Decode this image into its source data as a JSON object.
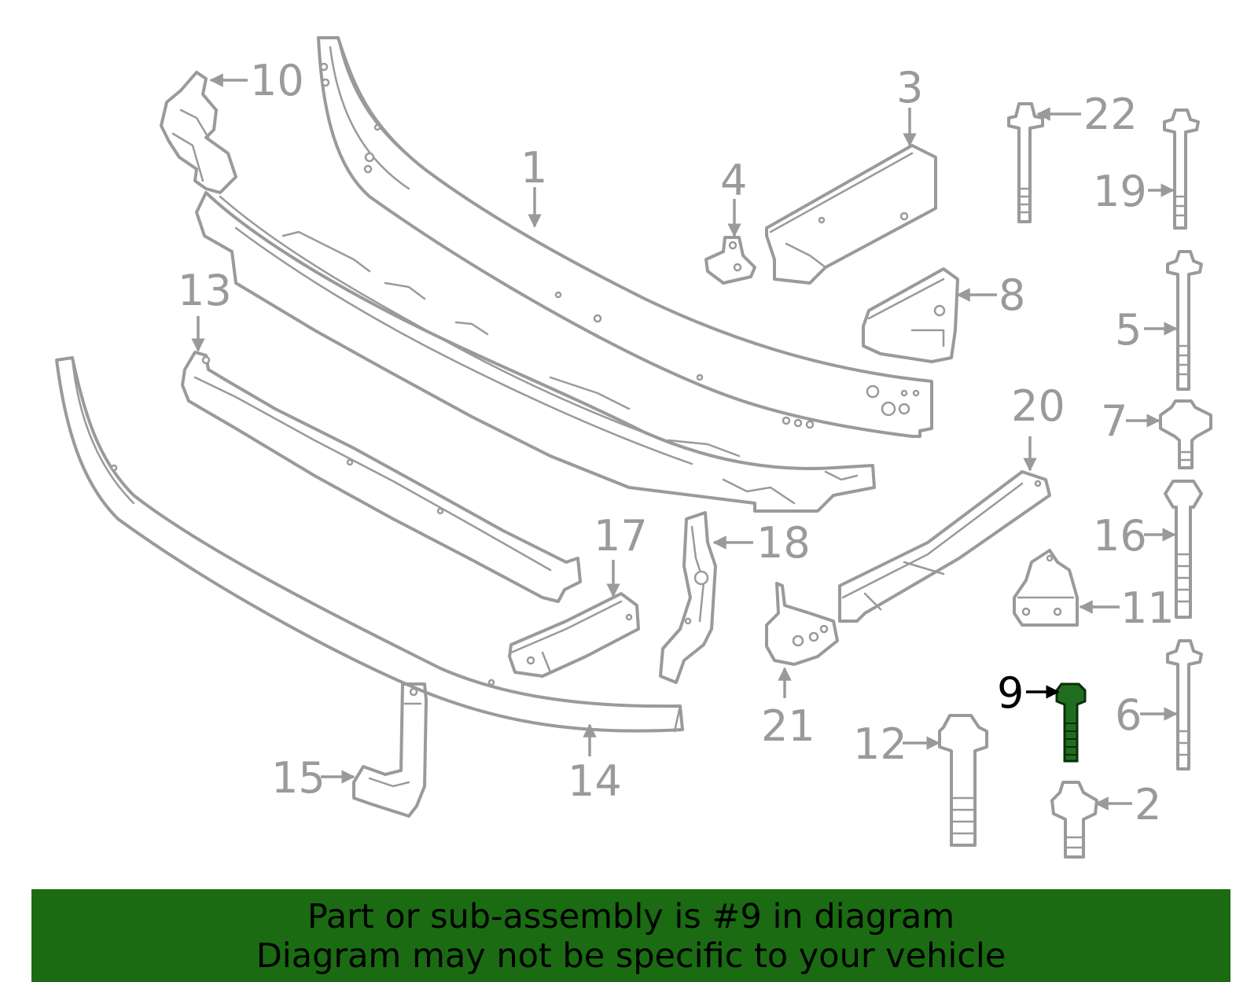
{
  "callouts": {
    "c1": "1",
    "c2": "2",
    "c3": "3",
    "c4": "4",
    "c5": "5",
    "c6": "6",
    "c7": "7",
    "c8": "8",
    "c9": "9",
    "c10": "10",
    "c11": "11",
    "c12": "12",
    "c13": "13",
    "c14": "14",
    "c15": "15",
    "c16": "16",
    "c17": "17",
    "c18": "18",
    "c19": "19",
    "c20": "20",
    "c21": "21",
    "c22": "22"
  },
  "highlight": {
    "part_number": "9",
    "color": "#1f6e1f"
  },
  "banner": {
    "line1": "Part or sub-assembly is #9 in diagram",
    "line2": "Diagram may not be specific to your vehicle",
    "background": "#1a6b12"
  }
}
